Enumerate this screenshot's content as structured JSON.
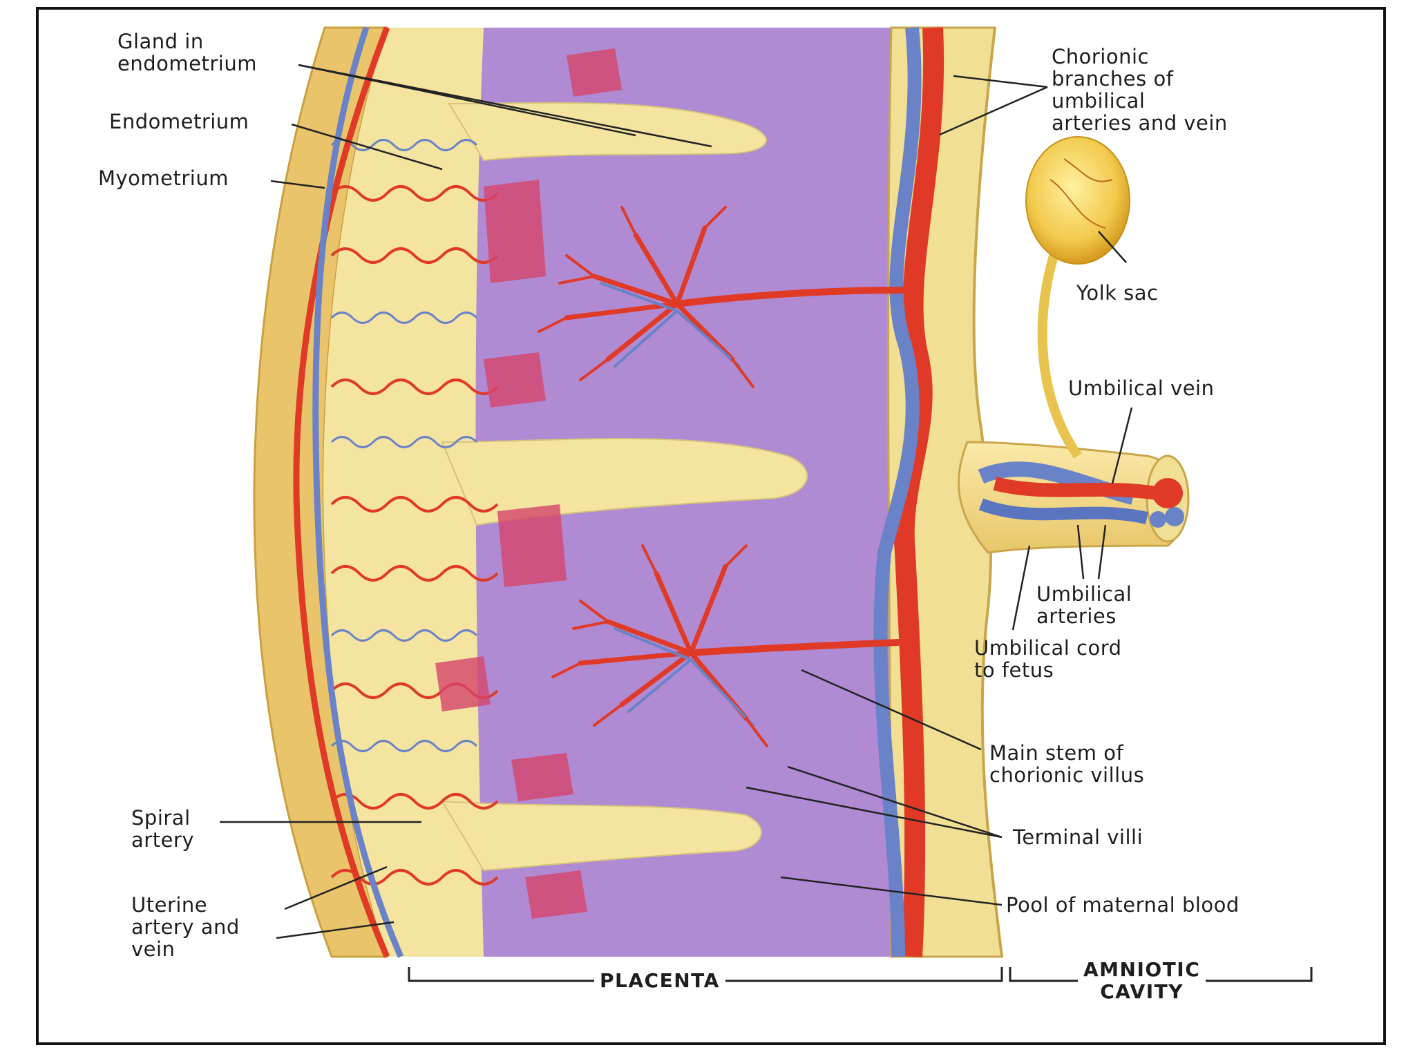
{
  "labels": {
    "gland": "Gland in\nendometrium",
    "endometrium": "Endometrium",
    "myometrium": "Myometrium",
    "chorionic": "Chorionic\nbranches of\numbilical\narteries and vein",
    "yolk_sac": "Yolk sac",
    "umbilical_vein": "Umbilical vein",
    "umbilical_arteries": "Umbilical\narteries",
    "umbilical_cord": "Umbilical cord\nto fetus",
    "main_stem": "Main stem of\nchorionic villus",
    "terminal_villi": "Terminal villi",
    "pool": "Pool of maternal blood",
    "spiral_artery": "Spiral\nartery",
    "uterine": "Uterine\nartery and\nvein"
  },
  "regions": {
    "placenta": "PLACENTA",
    "amniotic": "AMNIOTIC\nCAVITY"
  },
  "colors": {
    "myometrium": "#e9c46a",
    "endometrium": "#f4e4a0",
    "maternal_blood": "#b18ad4",
    "artery": "#e03a26",
    "vein": "#6a82c8",
    "yolk": "#f2c94c"
  }
}
